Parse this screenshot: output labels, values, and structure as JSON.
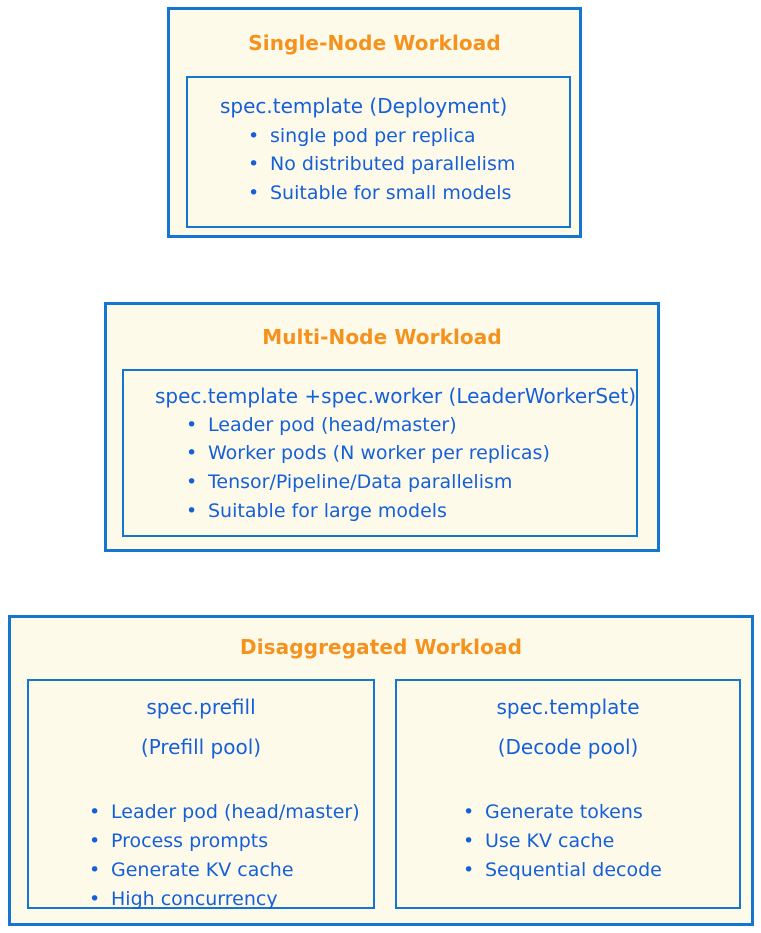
{
  "theme": {
    "page_background": "#ffffff",
    "card_background": "#fdfaea",
    "border_color": "#1576d2",
    "title_color": "#f5921e",
    "body_text_color": "#1560d8",
    "bullet_glyph": "•"
  },
  "diagram": {
    "cards": [
      {
        "id": "single-node",
        "title": "Single-Node Workload",
        "panels": [
          {
            "id": "single-node-spec",
            "heading": "spec.template (Deployment)",
            "bullets": [
              "single pod per replica",
              "No distributed parallelism",
              "Suitable for small models"
            ]
          }
        ]
      },
      {
        "id": "multi-node",
        "title": "Multi-Node Workload",
        "panels": [
          {
            "id": "multi-node-spec",
            "heading": "spec.template +spec.worker (LeaderWorkerSet)",
            "bullets": [
              "Leader pod (head/master)",
              "Worker pods (N worker per replicas)",
              "Tensor/Pipeline/Data parallelism",
              "Suitable for large models"
            ]
          }
        ]
      },
      {
        "id": "disaggregated",
        "title": "Disaggregated Workload",
        "panels": [
          {
            "id": "prefill-pool",
            "heading_line1": "spec.prefill",
            "heading_line2": "(Prefill pool)",
            "bullets": [
              "Leader pod (head/master)",
              "Process prompts",
              "Generate KV cache",
              "High concurrency"
            ]
          },
          {
            "id": "decode-pool",
            "heading_line1": "spec.template",
            "heading_line2": "(Decode pool)",
            "bullets": [
              "Generate tokens",
              "Use KV cache",
              "Sequential decode"
            ]
          }
        ]
      }
    ]
  }
}
